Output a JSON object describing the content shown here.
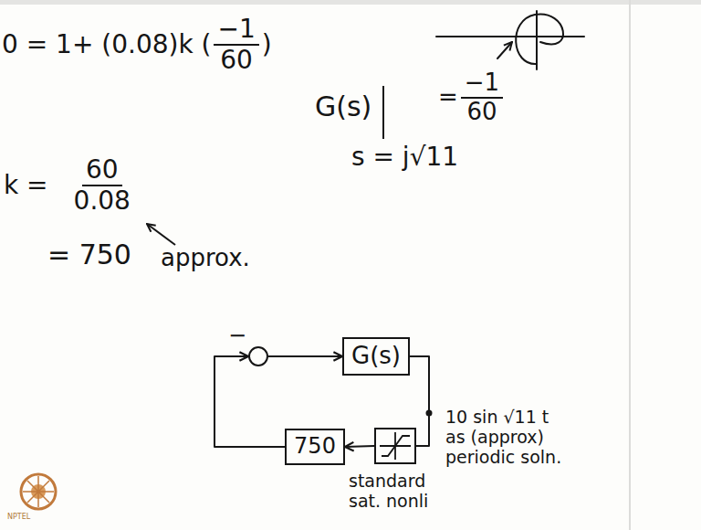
{
  "diagram": {
    "nodes": [
      {
        "text": [
          "−"
        ]
      },
      {
        "text": [
          "G(s)"
        ]
      },
      {
        "text": [
          "standard sat. nonli"
        ]
      },
      {
        "text": [
          "750"
        ]
      }
    ],
    "edges": [
      {
        "from": 0,
        "to": 1,
        "arrow": "to"
      },
      {
        "from": 1,
        "to": 2,
        "arrow": "none"
      },
      {
        "from": 2,
        "to": 3,
        "arrow": "to"
      },
      {
        "from": 3,
        "to": 0,
        "arrow": "to"
      }
    ],
    "labels": [
      "0 = 1+ (0.08)k (",
      "−1",
      "60",
      ")",
      "G(s)",
      "=",
      "−1",
      "60",
      "s = j√11",
      "k =",
      "60",
      "0.08",
      "= 750",
      "approx.",
      "10 sin √11 t as (approx) periodic soln.",
      "NPTEL"
    ]
  }
}
